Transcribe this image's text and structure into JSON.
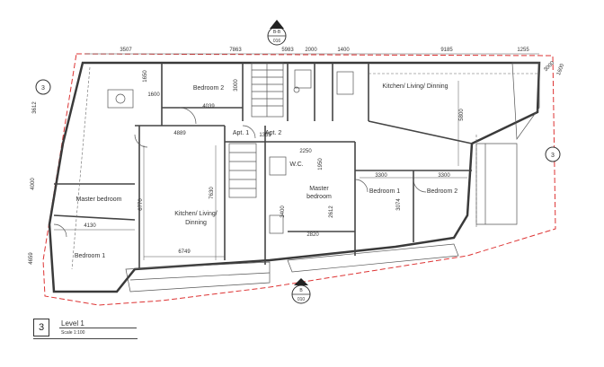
{
  "drawing": {
    "level_label": "Level 1",
    "scale_label": "Scale 1:100",
    "level_number": "3"
  },
  "section_markers": {
    "top_ref": "B-B",
    "top_sheet": "016",
    "bottom_ref": "B",
    "bottom_sheet": "010",
    "left_ref": "3",
    "right_ref": "3"
  },
  "rooms": {
    "bedroom2_left": "Bedroom 2",
    "kitchen_top_right": "Kitchen/ Living/ Dinning",
    "apt1": "Apt. 1",
    "apt2": "Apt. 2",
    "master_bedroom_left": "Master bedroom",
    "kitchen_center_line1": "Kitchen/ Living/",
    "kitchen_center_line2": "Dinning",
    "bedroom1_left": "Bedroom 1",
    "master_bedroom_center_line1": "Master",
    "master_bedroom_center_line2": "bedroom",
    "bedroom1_right": "Bedroom 1",
    "bedroom2_right": "Bedroom 2",
    "wc": "W.C."
  },
  "dimensions": {
    "top": [
      "3507",
      "7863",
      "5983",
      "2000",
      "1400",
      "9185",
      "1255"
    ],
    "d4039": "4039",
    "d4889": "4889",
    "d1650": "1650",
    "d1600": "1600",
    "d3000_a": "3000",
    "d3612_left": "3612",
    "d4000_left": "4000",
    "d4659_left": "4659",
    "d6770": "6770",
    "d7630": "7630",
    "d6749": "6749",
    "d4130": "4130",
    "d2250": "2250",
    "d1950": "1950",
    "d1355": "1355",
    "d3400": "3400",
    "d2612": "2612",
    "d2820": "2820",
    "d3300_a": "3300",
    "d3300_b": "3300",
    "d3074": "3074",
    "d5800": "5800",
    "d3000_b": "3000",
    "d1600_b": "1600"
  }
}
